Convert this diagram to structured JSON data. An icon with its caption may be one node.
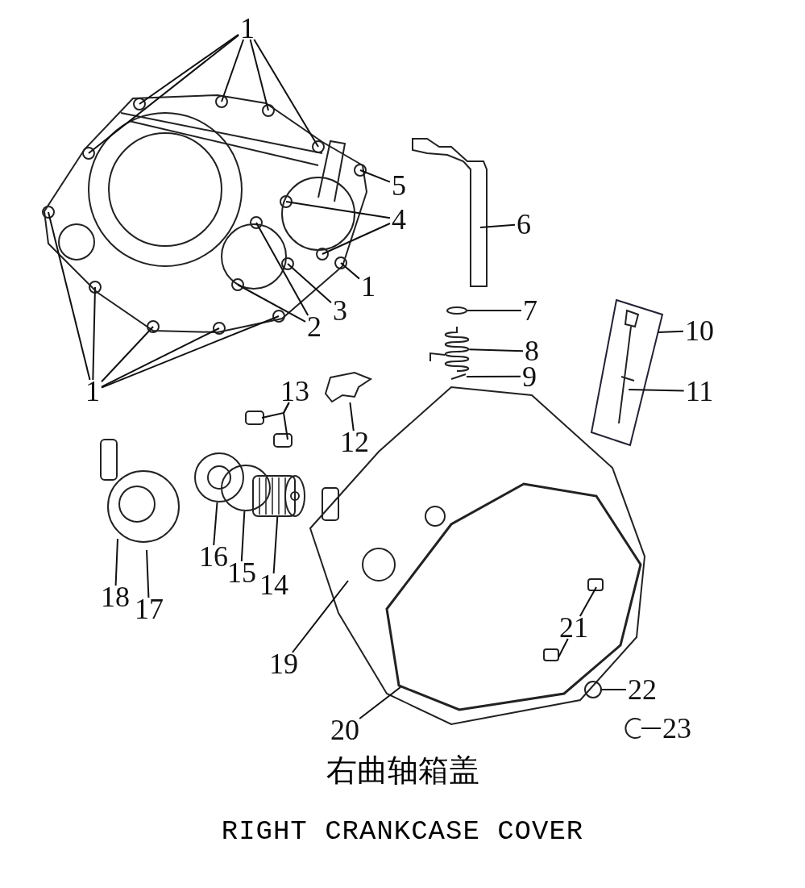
{
  "diagram": {
    "title": "右曲轴箱盖",
    "caption": "RIGHT CRANKCASE COVER",
    "nodes": [
      {
        "text": [
          "1"
        ]
      },
      {
        "text": [
          "5"
        ]
      },
      {
        "text": [
          "4"
        ]
      },
      {
        "text": [
          "6"
        ]
      },
      {
        "text": [
          "1"
        ]
      },
      {
        "text": [
          "3"
        ]
      },
      {
        "text": [
          "7"
        ]
      },
      {
        "text": [
          "2"
        ]
      },
      {
        "text": [
          "10"
        ]
      },
      {
        "text": [
          "8"
        ]
      },
      {
        "text": [
          "9"
        ]
      },
      {
        "text": [
          "1"
        ]
      },
      {
        "text": [
          "11"
        ]
      },
      {
        "text": [
          "13"
        ]
      },
      {
        "text": [
          "12"
        ]
      },
      {
        "text": [
          "16"
        ]
      },
      {
        "text": [
          "15"
        ]
      },
      {
        "text": [
          "14"
        ]
      },
      {
        "text": [
          "18"
        ]
      },
      {
        "text": [
          "17"
        ]
      },
      {
        "text": [
          "21"
        ]
      },
      {
        "text": [
          "19"
        ]
      },
      {
        "text": [
          "22"
        ]
      },
      {
        "text": [
          "20"
        ]
      },
      {
        "text": [
          "23"
        ]
      },
      {
        "text": [],
        "shape": "picture"
      },
      {
        "text": [],
        "shape": "picture"
      },
      {
        "text": [],
        "shape": "picture"
      },
      {
        "text": [],
        "shape": "circle"
      },
      {
        "text": [],
        "shape": "picture"
      },
      {
        "text": [],
        "shape": "picture"
      },
      {
        "text": [],
        "shape": "picture"
      }
    ],
    "edges": [
      {
        "from": 0,
        "to": null,
        "arrow": "none"
      },
      {
        "from": 0,
        "to": null,
        "arrow": "none"
      },
      {
        "from": 0,
        "to": null,
        "arrow": "none"
      },
      {
        "from": 0,
        "to": null,
        "arrow": "none"
      },
      {
        "from": 0,
        "to": null,
        "arrow": "none"
      },
      {
        "from": 1,
        "to": null,
        "arrow": "none"
      },
      {
        "from": 2,
        "to": null,
        "arrow": "none"
      },
      {
        "from": 2,
        "to": null,
        "arrow": "none"
      },
      {
        "from": 3,
        "to": null,
        "arrow": "none"
      },
      {
        "from": 4,
        "to": null,
        "arrow": "none"
      },
      {
        "from": 5,
        "to": null,
        "arrow": "none"
      },
      {
        "from": 7,
        "to": null,
        "arrow": "none"
      },
      {
        "from": 7,
        "to": null,
        "arrow": "none"
      },
      {
        "from": 6,
        "to": null,
        "arrow": "none"
      },
      {
        "from": 8,
        "to": null,
        "arrow": "none"
      },
      {
        "from": 9,
        "to": 31,
        "arrow": "none"
      },
      {
        "from": 10,
        "to": 25,
        "arrow": "none"
      },
      {
        "from": 11,
        "to": null,
        "arrow": "none"
      },
      {
        "from": 11,
        "to": null,
        "arrow": "none"
      },
      {
        "from": 11,
        "to": null,
        "arrow": "none"
      },
      {
        "from": 11,
        "to": null,
        "arrow": "none"
      },
      {
        "from": 11,
        "to": null,
        "arrow": "none"
      },
      {
        "from": 12,
        "to": null,
        "arrow": "none"
      },
      {
        "from": 13,
        "to": null,
        "arrow": "none"
      },
      {
        "from": 13,
        "to": null,
        "arrow": "none"
      },
      {
        "from": 14,
        "to": 26,
        "arrow": "none"
      },
      {
        "from": 15,
        "to": 27,
        "arrow": "none"
      },
      {
        "from": 16,
        "to": 28,
        "arrow": "none"
      },
      {
        "from": 17,
        "to": 29,
        "arrow": "none"
      },
      {
        "from": 18,
        "to": null,
        "arrow": "none"
      },
      {
        "from": 19,
        "to": null,
        "arrow": "none"
      },
      {
        "from": 20,
        "to": null,
        "arrow": "none"
      },
      {
        "from": 20,
        "to": null,
        "arrow": "none"
      },
      {
        "from": 21,
        "to": null,
        "arrow": "none"
      },
      {
        "from": 22,
        "to": null,
        "arrow": "none"
      },
      {
        "from": 23,
        "to": null,
        "arrow": "none"
      },
      {
        "from": 24,
        "to": 30,
        "arrow": "none"
      }
    ]
  }
}
